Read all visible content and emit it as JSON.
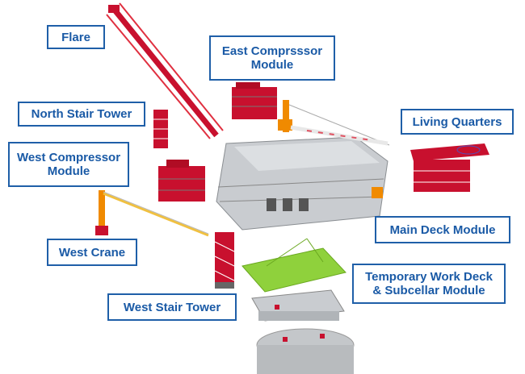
{
  "diagram": {
    "title": "Offshore platform module breakdown",
    "colors": {
      "label_border": "#1f5fa8",
      "label_text": "#1a5aa6",
      "module_red": "#c8102e",
      "crane_orange": "#f08a00",
      "deck_green": "#8fd13c",
      "steel_gray": "#b8bcc0"
    },
    "labels": [
      {
        "id": "flare",
        "text": "Flare"
      },
      {
        "id": "east-compressor",
        "text": "East Comprsssor\nModule"
      },
      {
        "id": "north-stair-tower",
        "text": "North Stair Tower"
      },
      {
        "id": "living-quarters",
        "text": "Living Quarters"
      },
      {
        "id": "west-compressor",
        "text": "West Compressor\nModule"
      },
      {
        "id": "main-deck",
        "text": "Main Deck Module"
      },
      {
        "id": "west-crane",
        "text": "West Crane"
      },
      {
        "id": "temp-work-deck",
        "text": "Temporary Work Deck\n& Subcellar Module"
      },
      {
        "id": "west-stair-tower",
        "text": "West Stair Tower"
      }
    ]
  }
}
